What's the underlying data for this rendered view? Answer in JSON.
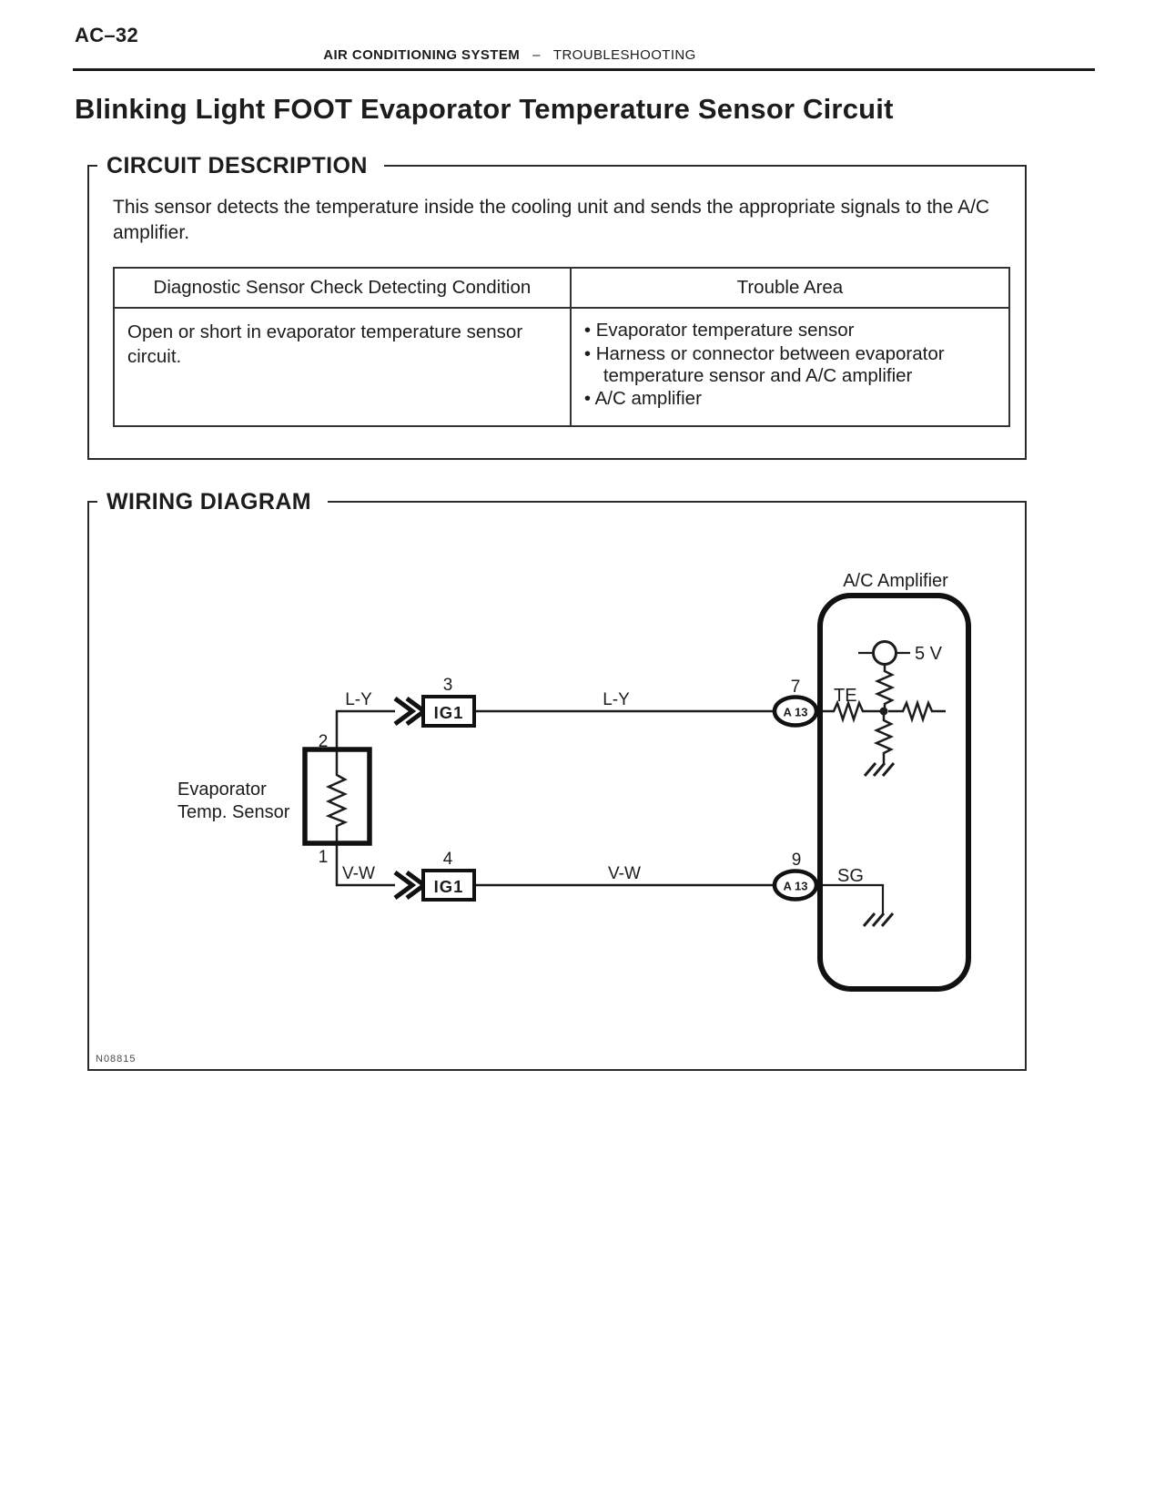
{
  "ink": "#1c1c1c",
  "header": {
    "page_number": "AC–32",
    "section": "AIR CONDITIONING SYSTEM",
    "separator": "–",
    "subsection": "TROUBLESHOOTING"
  },
  "title": "Blinking Light FOOT Evaporator Temperature Sensor Circuit",
  "circuit_description": {
    "heading": "CIRCUIT DESCRIPTION",
    "body": "This sensor detects the temperature inside the cooling unit and sends the appropriate signals to the A/C amplifier.",
    "table": {
      "headers": [
        "Diagnostic Sensor Check Detecting Condition",
        "Trouble Area"
      ],
      "condition": "Open or short in evaporator temperature sensor circuit.",
      "trouble_areas": [
        "Evaporator temperature sensor",
        "Harness or connector between evaporator temperature sensor and A/C amplifier",
        "A/C amplifier"
      ]
    }
  },
  "wiring_diagram": {
    "heading": "WIRING DIAGRAM",
    "figure_code": "N08815",
    "amplifier_label": "A/C Amplifier",
    "sensor_label_line1": "Evaporator",
    "sensor_label_line2": "Temp. Sensor",
    "supply_voltage": "5 V",
    "terminals": {
      "te": "TE",
      "sg": "SG"
    },
    "pins": {
      "sensor_top": "2",
      "sensor_bottom": "1",
      "ig1_top": "3",
      "ig1_bottom": "4",
      "amp_te": "7",
      "amp_sg": "9"
    },
    "connectors": {
      "ig1_top": "IG1",
      "ig1_bottom": "IG1",
      "amp_te": "A 13",
      "amp_sg": "A 13"
    },
    "wires": {
      "ly_left": "L-Y",
      "ly_right": "L-Y",
      "vw_left": "V-W",
      "vw_right": "V-W"
    }
  }
}
